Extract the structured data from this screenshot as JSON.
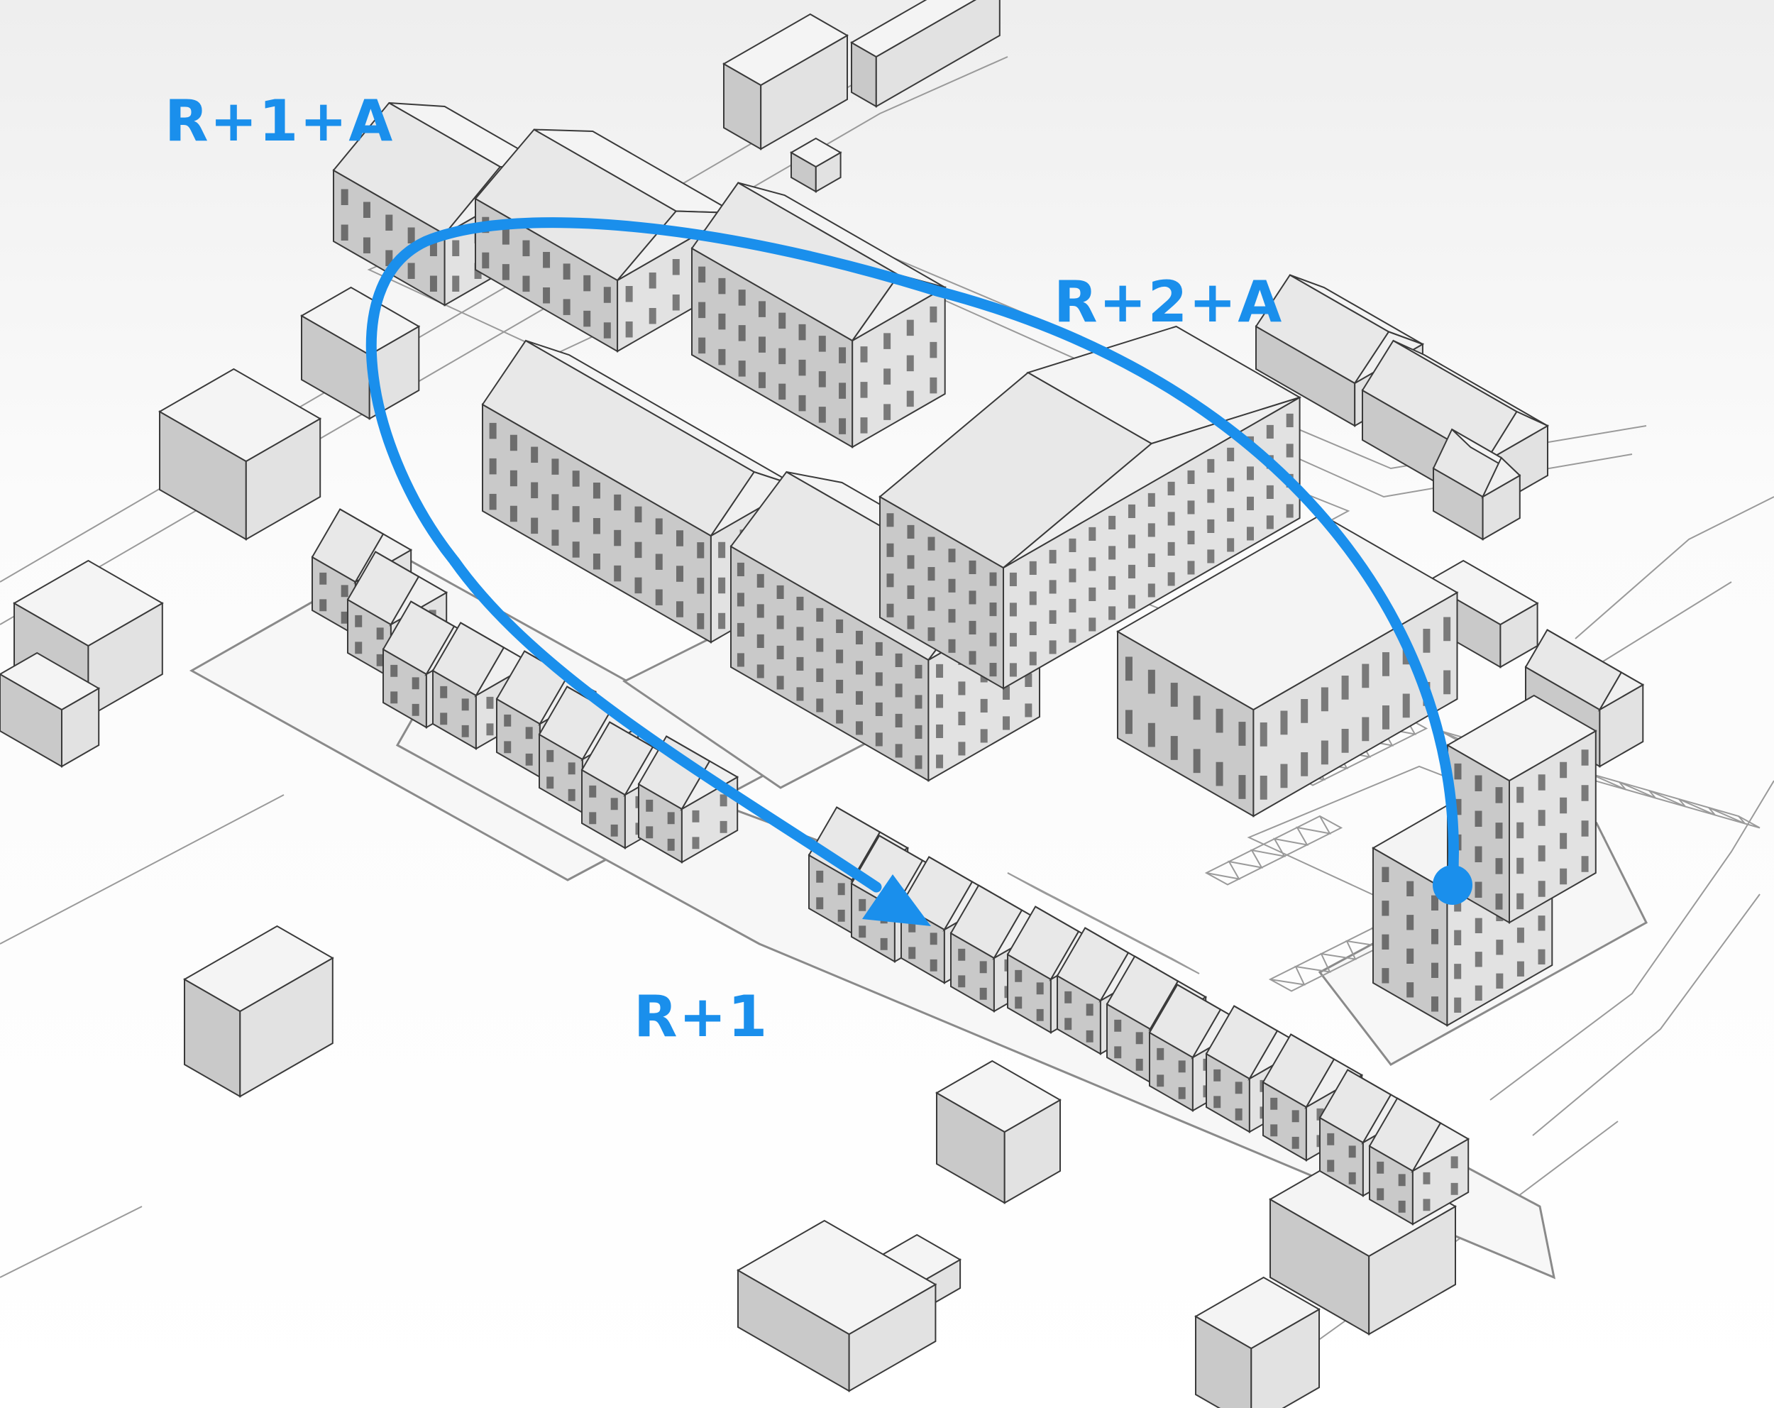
{
  "height_labels": {
    "north_west": "R+1+A",
    "north_east": "R+2+A",
    "south": "R+1"
  },
  "colors": {
    "accent": "#1a8fec",
    "background": "#ffffff",
    "roof": "#f4f4f4",
    "wall_left": "#c9c9c9",
    "wall_right": "#e2e2e2",
    "outline": "#3a3a3a"
  },
  "icons": {
    "flow_start": "dot-icon",
    "flow_end": "arrowhead-icon"
  }
}
